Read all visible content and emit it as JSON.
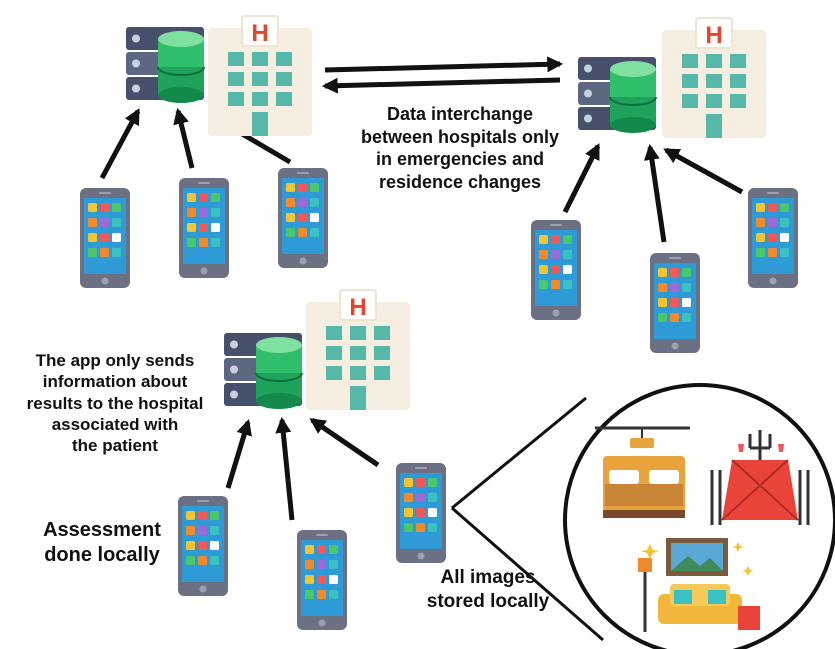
{
  "labels": {
    "data_interchange": [
      "Data interchange",
      "between hospitals only",
      "in emergencies and",
      "residence changes"
    ],
    "app_sends": [
      "The app only sends",
      "information about",
      "results to the hospital",
      "associated with",
      "the patient"
    ],
    "assessment": [
      "Assessment",
      "done locally"
    ],
    "images": [
      "All images",
      "stored locally"
    ]
  },
  "hospital_sign": "H",
  "colors": {
    "server_dark": "#46506a",
    "server_light": "#5c6782",
    "db_green": "#2fbe6a",
    "db_green_dark": "#138a4c",
    "hospital_wall": "#f6efe1",
    "hospital_window": "#55b8a8",
    "hospital_sign": "#e8432c",
    "phone_body": "#6b7182",
    "phone_screen": "#2f9bd6",
    "arrow": "#111111",
    "bed_frame": "#e8a33c",
    "table_cloth": "#e8443a",
    "sofa": "#f2b63a"
  },
  "icons": [
    "server-database-icon",
    "hospital-building-icon",
    "smartphone-icon",
    "bed-icon",
    "dining-table-icon",
    "sofa-icon",
    "arrow-icon"
  ]
}
